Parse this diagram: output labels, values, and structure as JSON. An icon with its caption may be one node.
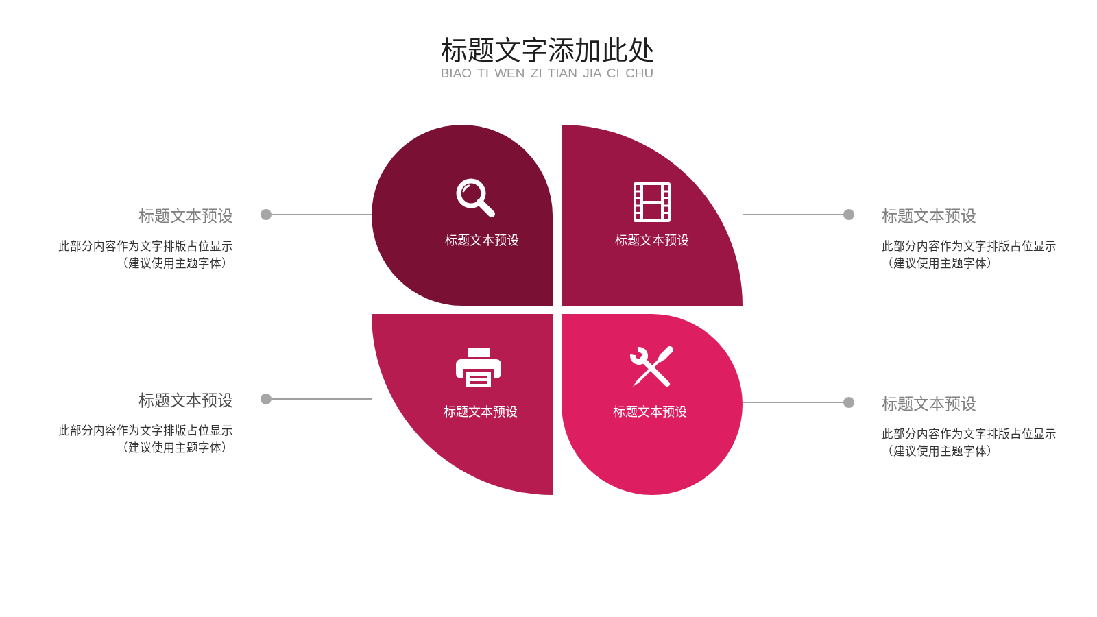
{
  "diagram": {
    "title": "标题文字添加此处",
    "nodes": [
      {
        "text": [
          "标题文本预设",
          "此部分内容作为文字排版占位显示（建议使用主题字体）"
        ]
      },
      {
        "text": [
          "标题文本预设"
        ]
      },
      {
        "text": [
          "标题文本预设"
        ]
      },
      {
        "text": [
          "标题文本预设",
          "此部分内容作为文字排版占位显示（建议使用主题字体）"
        ]
      },
      {
        "text": [
          "标题文本预设",
          "此部分内容作为文字排版占位显示（建议使用主题字体）"
        ]
      },
      {
        "text": [
          "标题文本预设"
        ]
      },
      {
        "text": [
          "标题文本预设"
        ]
      },
      {
        "text": [
          "标题文本预设",
          "此部分内容作为文字排版占位显示（建议使用主题字体）"
        ]
      }
    ],
    "edges": [
      {
        "from": 0,
        "to": 1,
        "arrow": "other"
      },
      {
        "from": 3,
        "to": 2,
        "arrow": "other"
      },
      {
        "from": 4,
        "to": 5,
        "arrow": "other"
      },
      {
        "from": 7,
        "to": 6,
        "arrow": "other"
      }
    ],
    "labels": [
      "BIAO TI WEN ZI TIAN JIA CI CHU"
    ]
  }
}
